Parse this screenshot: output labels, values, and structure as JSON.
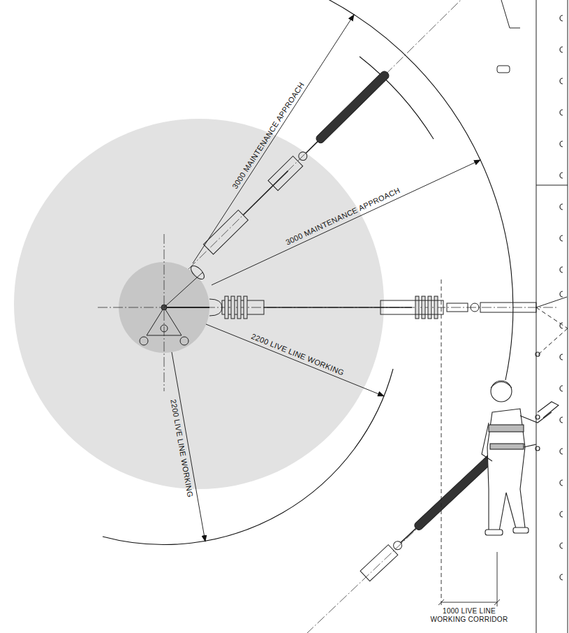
{
  "diagram": {
    "labels": [
      "3000 MAINTENANCE APPROACH",
      "3000 MAINTENANCE APPROACH",
      "2200 LIVE LINE WORKING",
      "2200 LIVE LINE WORKING",
      "1000 LIVE LINE WORKING CORRIDOR"
    ]
  }
}
